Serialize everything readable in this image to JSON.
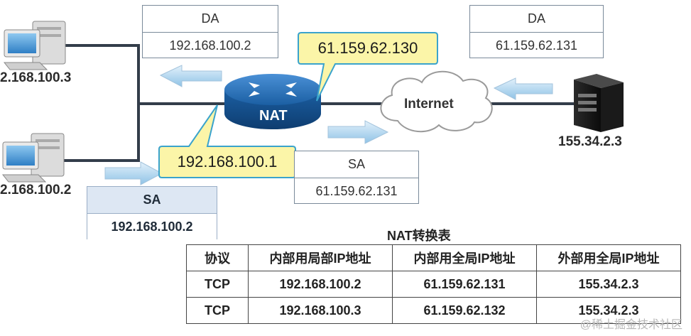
{
  "hosts": {
    "pc_top": {
      "label": "2.168.100.3"
    },
    "pc_bottom": {
      "label": "2.168.100.2"
    },
    "server": {
      "label": "155.34.2.3"
    }
  },
  "router": {
    "label": "NAT"
  },
  "cloud": {
    "label": "Internet"
  },
  "callouts": {
    "public_ip": "61.159.62.130",
    "private_ip": "192.168.100.1"
  },
  "packets": {
    "da_inside": {
      "header": "DA",
      "value": "192.168.100.2"
    },
    "da_outside": {
      "header": "DA",
      "value": "61.159.62.131"
    },
    "sa_outside": {
      "header": "SA",
      "value": "61.159.62.131"
    },
    "sa_inside": {
      "header": "SA",
      "value": "192.168.100.2"
    }
  },
  "nat_table": {
    "title": "NAT转换表",
    "headers": [
      "协议",
      "内部用局部IP地址",
      "内部用全局IP地址",
      "外部用全局IP地址"
    ],
    "rows": [
      [
        "TCP",
        "192.168.100.2",
        "61.159.62.131",
        "155.34.2.3"
      ],
      [
        "TCP",
        "192.168.100.3",
        "61.159.62.132",
        "155.34.2.3"
      ]
    ]
  },
  "watermark": "@稀土掘金技术社区",
  "colors": {
    "arrow": "#a9d2ee",
    "callout_fill": "#fbf5a8",
    "callout_stroke": "#3aa3cc",
    "router": "#1b5fa3"
  },
  "icons": [
    "computer-icon",
    "server-icon",
    "router-icon",
    "cloud-icon",
    "arrow-icon"
  ]
}
